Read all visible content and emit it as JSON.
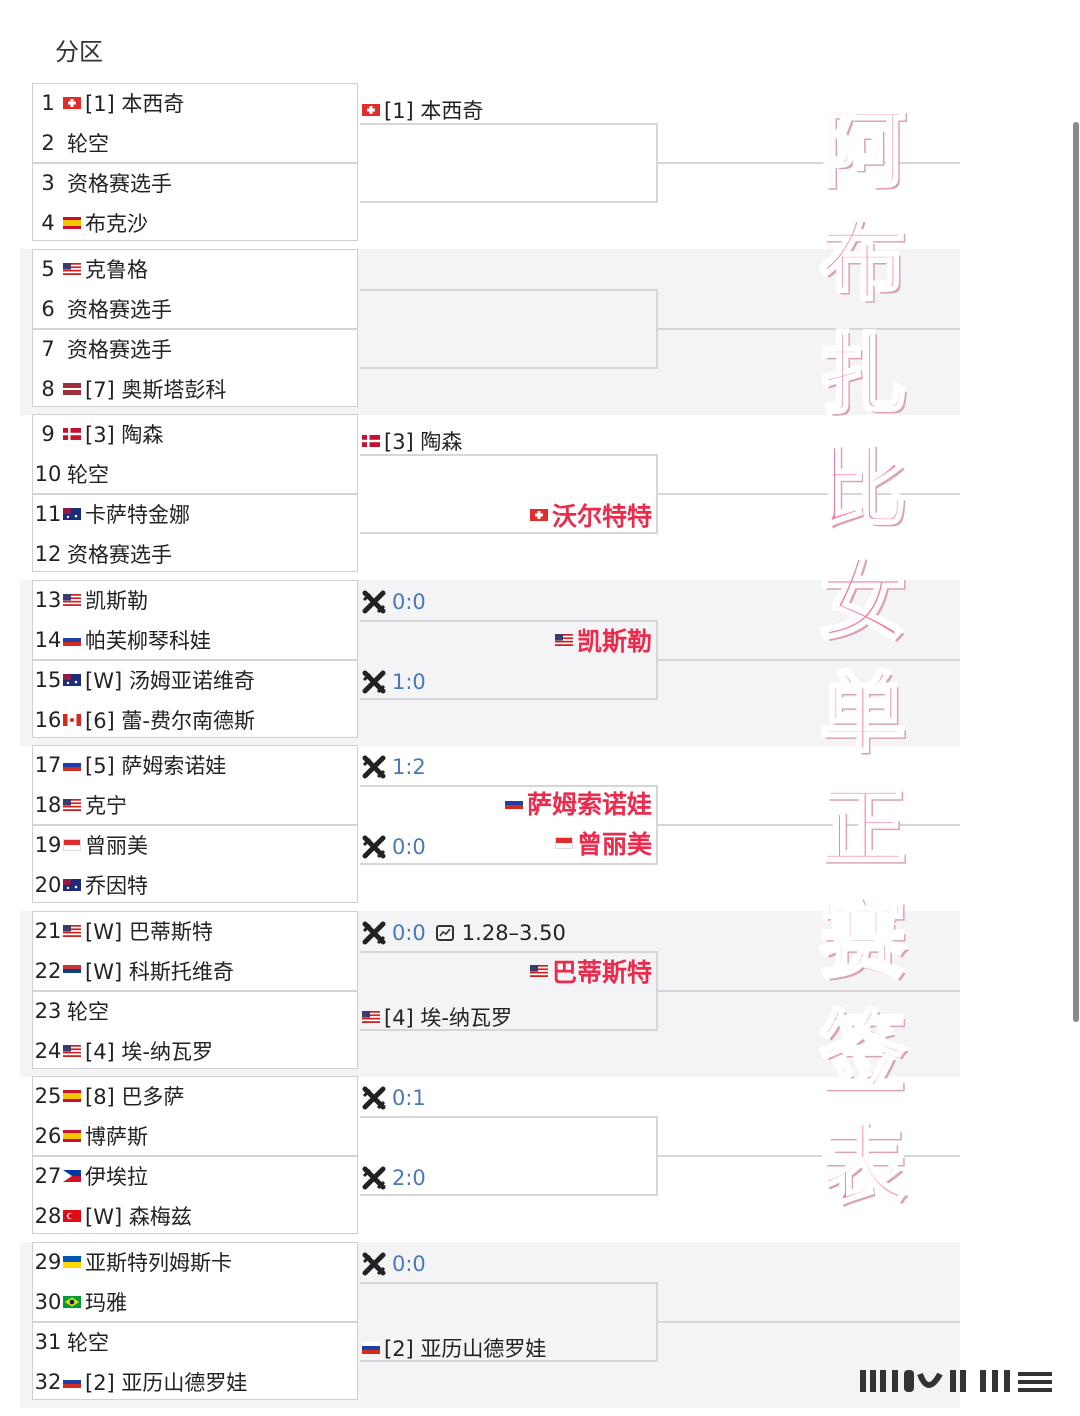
{
  "section_title": "分区",
  "title_chars": [
    "阿",
    "布",
    "扎",
    "比",
    "女",
    "单",
    "正",
    "赛",
    "签",
    "表"
  ],
  "colors": {
    "winner": "#ec2a4c",
    "score": "#4a78b8",
    "title": "#f57a9c"
  },
  "round1": [
    {
      "num": "1",
      "flag": "SUI",
      "name": "[1] 本西奇"
    },
    {
      "num": "2",
      "flag": "",
      "name": "轮空"
    },
    {
      "num": "3",
      "flag": "",
      "name": "资格赛选手"
    },
    {
      "num": "4",
      "flag": "ESP",
      "name": "布克沙"
    },
    {
      "num": "5",
      "flag": "USA",
      "name": "克鲁格"
    },
    {
      "num": "6",
      "flag": "",
      "name": "资格赛选手"
    },
    {
      "num": "7",
      "flag": "",
      "name": "资格赛选手"
    },
    {
      "num": "8",
      "flag": "LAT",
      "name": "[7] 奥斯塔彭科"
    },
    {
      "num": "9",
      "flag": "DEN",
      "name": "[3] 陶森"
    },
    {
      "num": "10",
      "flag": "",
      "name": "轮空"
    },
    {
      "num": "11",
      "flag": "AUS",
      "name": "卡萨特金娜"
    },
    {
      "num": "12",
      "flag": "",
      "name": "资格赛选手"
    },
    {
      "num": "13",
      "flag": "USA",
      "name": "凯斯勒"
    },
    {
      "num": "14",
      "flag": "RUS",
      "name": "帕芙柳琴科娃"
    },
    {
      "num": "15",
      "flag": "AUS",
      "name": "[W] 汤姆亚诺维奇"
    },
    {
      "num": "16",
      "flag": "CAN",
      "name": "[6] 蕾-费尔南德斯"
    },
    {
      "num": "17",
      "flag": "RUS",
      "name": "[5] 萨姆索诺娃"
    },
    {
      "num": "18",
      "flag": "USA",
      "name": "克宁"
    },
    {
      "num": "19",
      "flag": "INA",
      "name": "曾丽美"
    },
    {
      "num": "20",
      "flag": "AUS",
      "name": "乔因特"
    },
    {
      "num": "21",
      "flag": "USA",
      "name": "[W] 巴蒂斯特"
    },
    {
      "num": "22",
      "flag": "SRB",
      "name": "[W] 科斯托维奇"
    },
    {
      "num": "23",
      "flag": "",
      "name": "轮空"
    },
    {
      "num": "24",
      "flag": "USA",
      "name": "[4] 埃-纳瓦罗"
    },
    {
      "num": "25",
      "flag": "ESP",
      "name": "[8] 巴多萨"
    },
    {
      "num": "26",
      "flag": "ESP",
      "name": "博萨斯"
    },
    {
      "num": "27",
      "flag": "PHI",
      "name": "伊埃拉"
    },
    {
      "num": "28",
      "flag": "TUR",
      "name": "[W] 森梅兹"
    },
    {
      "num": "29",
      "flag": "UKR",
      "name": "亚斯特列姆斯卡"
    },
    {
      "num": "30",
      "flag": "BRA",
      "name": "玛雅"
    },
    {
      "num": "31",
      "flag": "",
      "name": "轮空"
    },
    {
      "num": "32",
      "flag": "RUS",
      "name": "[2] 亚历山德罗娃"
    }
  ],
  "round2": [
    {
      "top": {
        "flag": "SUI",
        "name": "[1] 本西奇"
      }
    },
    {},
    {
      "top": {
        "flag": "DEN",
        "name": "[3] 陶森"
      },
      "winner": {
        "flag": "SUI",
        "name": "沃尔特特"
      }
    },
    {
      "score1": "0:0",
      "score2": "1:0",
      "winner": {
        "flag": "USA",
        "name": "凯斯勒"
      }
    },
    {
      "score1": "1:2",
      "score2": "0:0",
      "winner": {
        "flag": "RUS",
        "name": "萨姆索诺娃"
      },
      "winner2": {
        "flag": "INA",
        "name": "曾丽美"
      }
    },
    {
      "score1": "0:0",
      "odds": "1.28–3.50",
      "winner": {
        "flag": "USA",
        "name": "巴蒂斯特"
      },
      "bottom": {
        "flag": "USA",
        "name": "[4] 埃-纳瓦罗"
      }
    },
    {
      "score1": "0:1",
      "score2": "2:0"
    },
    {
      "score1": "0:0",
      "bottom": {
        "flag": "RUS",
        "name": "[2] 亚历山德罗娃"
      }
    }
  ]
}
